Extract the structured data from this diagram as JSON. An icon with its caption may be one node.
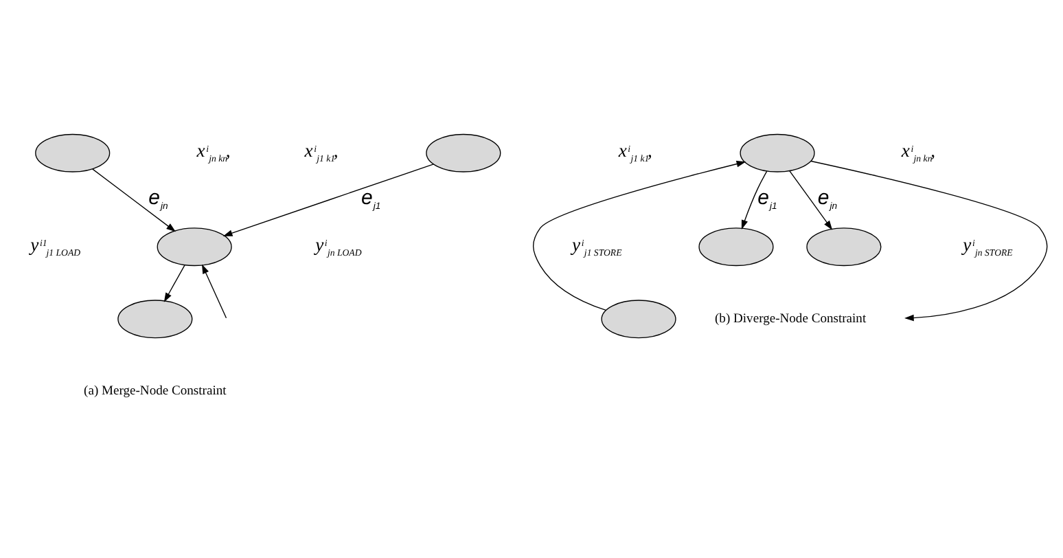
{
  "diagram": {
    "nodes": [
      {
        "text": [],
        "shape": "ellipse"
      },
      {
        "text": [],
        "shape": "ellipse"
      },
      {
        "text": [],
        "shape": "ellipse"
      },
      {
        "text": [],
        "shape": "ellipse"
      },
      {
        "text": [],
        "shape": "ellipse"
      },
      {
        "text": [],
        "shape": "ellipse"
      },
      {
        "text": [],
        "shape": "ellipse"
      },
      {
        "text": [],
        "shape": "ellipse"
      }
    ],
    "edges": [
      {
        "from": 0,
        "to": 2,
        "arrow": "to",
        "label": "e$_{j1}$"
      },
      {
        "from": null,
        "to": 2,
        "arrow": "to"
      },
      {
        "from": 1,
        "to": 2,
        "arrow": "to",
        "label": "e$_{jn}$"
      },
      {
        "from": 2,
        "to": 3,
        "arrow": "to"
      },
      {
        "from": 4,
        "to": 5,
        "arrow": "to"
      },
      {
        "from": 5,
        "to": 6,
        "arrow": "to",
        "label": "e$_{j1}$"
      },
      {
        "from": 5,
        "to": null,
        "arrow": "to"
      },
      {
        "from": 5,
        "to": 7,
        "arrow": "to",
        "label": "e$_{jn}$"
      }
    ],
    "labels": [
      "x$^{i}$$_{j1 k1}$,",
      "y$^{i1}$$_{j1 LOAD}$",
      "x$^{i}$$_{jn kn}$,",
      "y$^{i}$$_{jn LOAD}$",
      "x$^{i}$$_{j1 k1}$,",
      "y$^{i}$$_{j1 STORE}$",
      "x$^{i}$$_{jn kn}$,",
      "y$^{i}$$_{jn STORE}$",
      "(a) Merge-Node Constraint",
      "(b) Diverge-Node Constraint"
    ]
  }
}
